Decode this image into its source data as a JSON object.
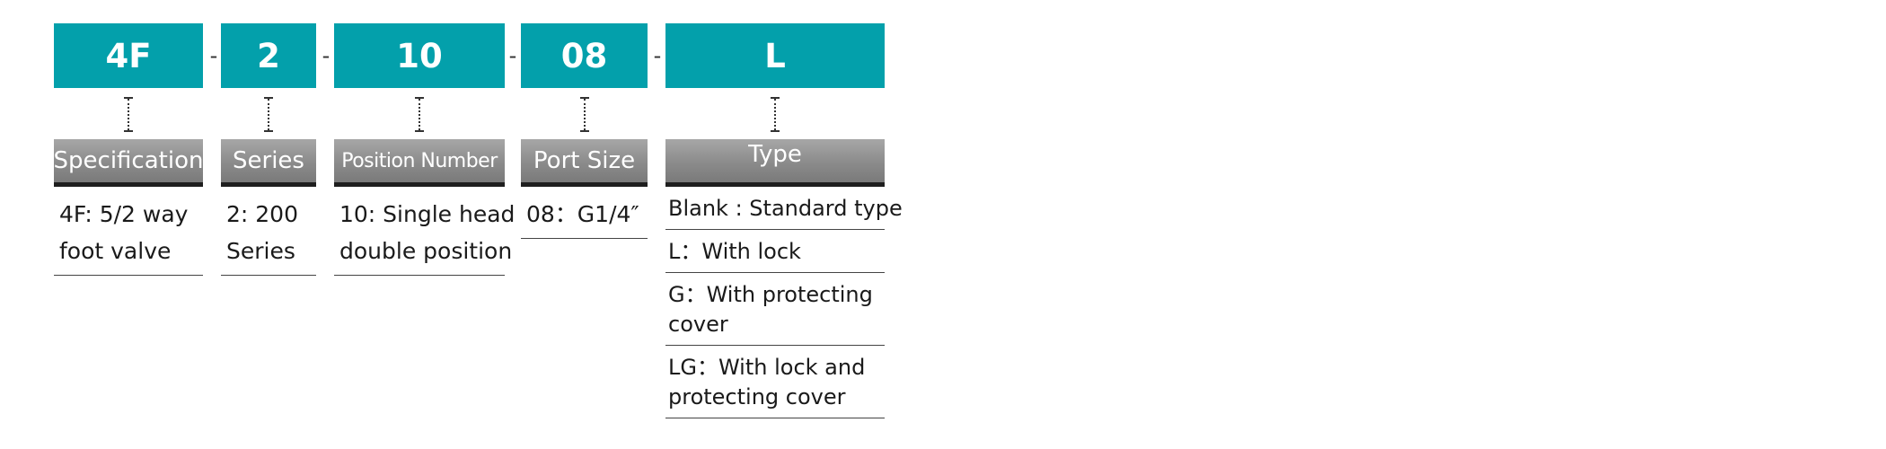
{
  "separator": "-",
  "columns": [
    {
      "id": "spec",
      "code": "4F",
      "label": "Specification",
      "description": [
        "4F: 5/2 way",
        "foot valve"
      ]
    },
    {
      "id": "series",
      "code": "2",
      "label": "Series",
      "description": [
        "2: 200",
        "Series"
      ]
    },
    {
      "id": "position",
      "code": "10",
      "label": "Position Number",
      "description": [
        "10: Single head",
        "double position"
      ]
    },
    {
      "id": "port",
      "code": "08",
      "label": "Port Size",
      "description": [
        "08：G1/4″"
      ]
    },
    {
      "id": "type",
      "code": "L",
      "label": "Type",
      "options": [
        [
          "Blank : Standard type"
        ],
        [
          "L：With lock"
        ],
        [
          "G：With protecting",
          "cover"
        ],
        [
          "LG：With lock and",
          "protecting cover"
        ]
      ]
    }
  ],
  "colors": {
    "code_box": "#03a0ab",
    "label_box": "#8b8b8b",
    "label_underline": "#1e1e1e"
  }
}
